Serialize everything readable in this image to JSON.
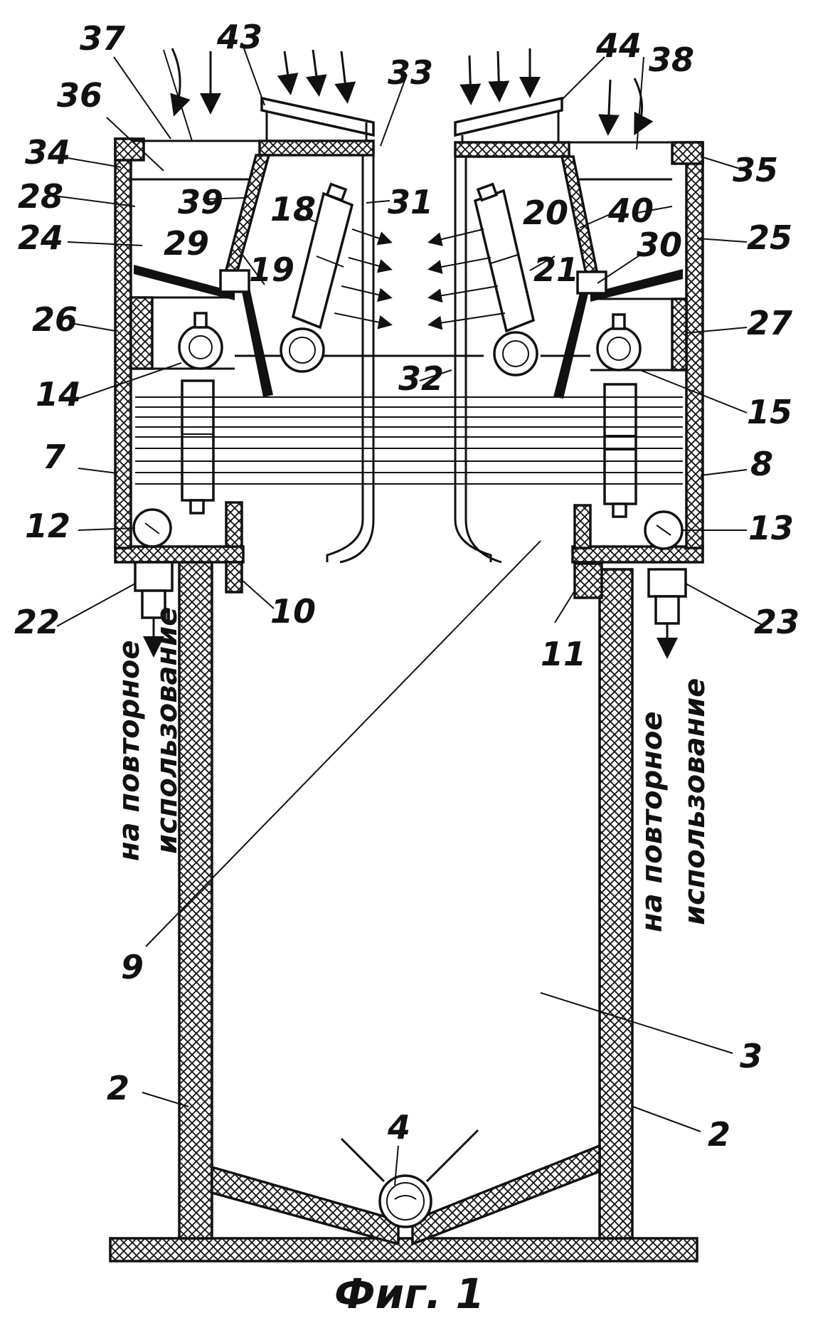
{
  "labels": {
    "l2a": "2",
    "l2b": "2",
    "l3": "3",
    "l4": "4",
    "l7": "7",
    "l8": "8",
    "l9": "9",
    "l10": "10",
    "l11": "11",
    "l12": "12",
    "l13": "13",
    "l14": "14",
    "l15": "15",
    "l18": "18",
    "l19": "19",
    "l20": "20",
    "l21": "21",
    "l22": "22",
    "l23": "23",
    "l24": "24",
    "l25": "25",
    "l26": "26",
    "l27": "27",
    "l28": "28",
    "l29": "29",
    "l30": "30",
    "l31": "31",
    "l32": "32",
    "l33": "33",
    "l34": "34",
    "l35": "35",
    "l36": "36",
    "l37": "37",
    "l38": "38",
    "l39": "39",
    "l40": "40",
    "l43": "43",
    "l44": "44"
  },
  "annotations": {
    "left_a": "на повторное",
    "left_b": "использование",
    "right_a": "на повторное",
    "right_b": "использование"
  },
  "caption": "Фиг. 1"
}
